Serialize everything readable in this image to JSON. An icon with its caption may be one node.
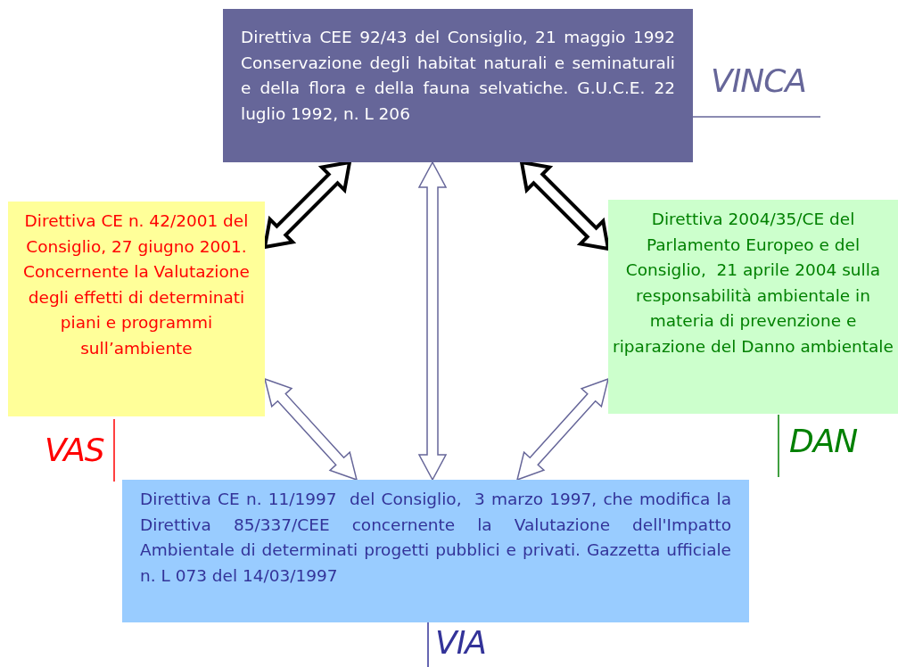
{
  "diagram": {
    "nodes": [
      {
        "text": [
          "Direttiva CEE 92/43 del Consiglio, 21 maggio 1992 Conservazione degli habitat naturali e seminaturali e della flora e della fauna selvatiche. G.U.C.E. 22 luglio 1992, n. L 206"
        ],
        "beside": [
          "VINCA"
        ]
      },
      {
        "text": [
          "Direttiva CE n. 42/2001 del Consiglio, 27 giugno 2001.  Concernente la Valutazione degli effetti di determinati piani e programmi sull’ambiente"
        ],
        "beside": [
          "VAS"
        ]
      },
      {
        "text": [
          "Direttiva 2004/35/CE del Parlamento Europeo e del Consiglio,  21 aprile 2004 sulla responsabilità ambientale in materia di prevenzione e riparazione del Danno ambientale"
        ],
        "beside": [
          "DAN"
        ]
      },
      {
        "text": [
          "Direttiva CE n. 11/1997  del Consiglio,  3 marzo 1997, che modifica la Direttiva 85/337/CEE concernente la Valutazione dell'Impatto Ambientale di determinati progetti pubblici e privati. Gazzetta ufficiale n. L 073 del 14/03/1997"
        ],
        "beside": [
          "VIA"
        ]
      }
    ],
    "edges": [
      {
        "from": 0,
        "to": 1,
        "arrow": "both",
        "style": "thick",
        "color": "#000000"
      },
      {
        "from": 0,
        "to": 3,
        "arrow": "both"
      },
      {
        "from": 0,
        "to": 2,
        "arrow": "both",
        "style": "thick",
        "color": "#000000"
      },
      {
        "from": 1,
        "to": 3,
        "arrow": "both"
      },
      {
        "from": 2,
        "to": 3,
        "arrow": "both"
      }
    ]
  }
}
